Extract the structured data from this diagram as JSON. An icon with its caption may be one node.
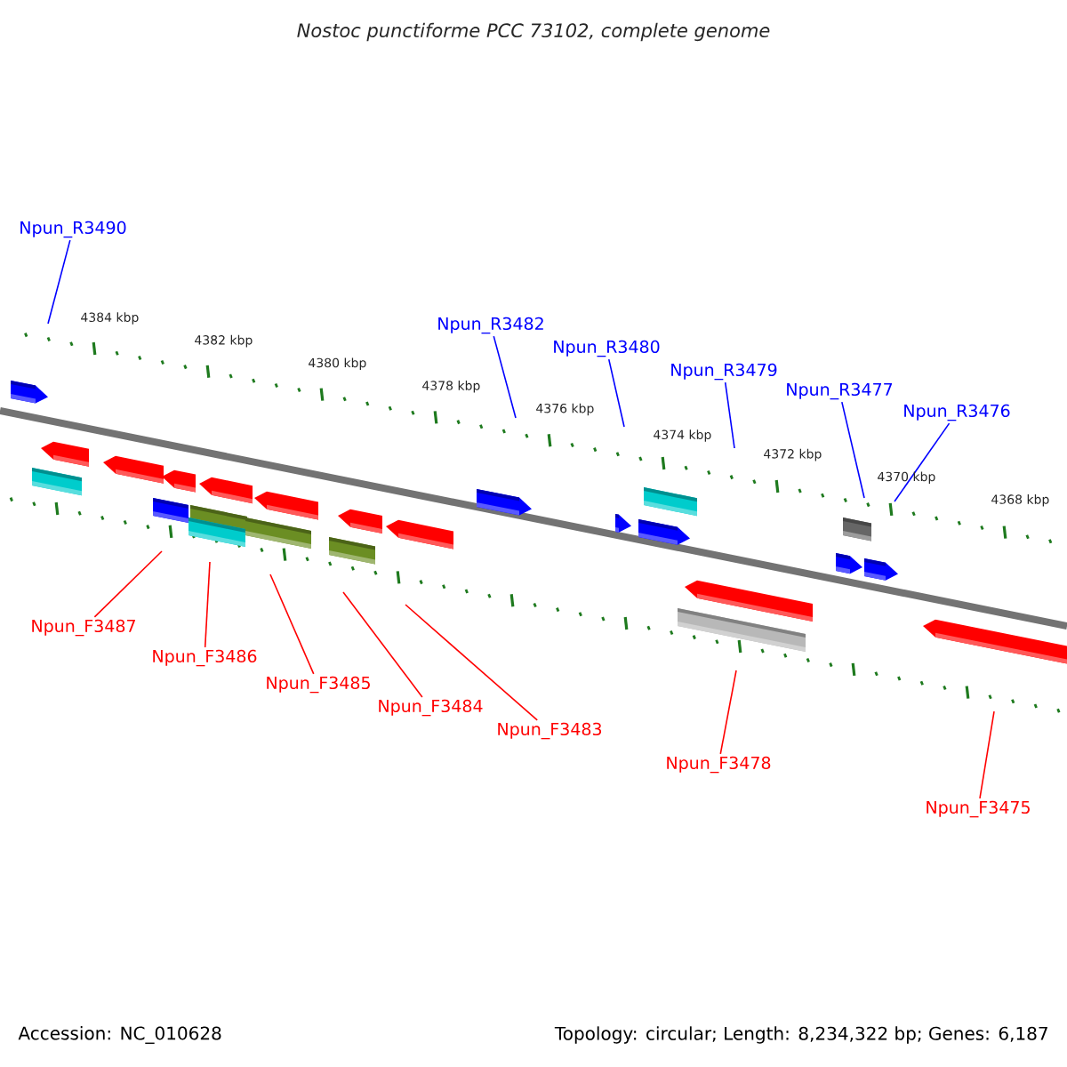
{
  "diagram": {
    "title": "Nostoc punctiforme PCC 73102, complete genome",
    "nodes": [
      {
        "text": [
          "Npun_R3490"
        ]
      },
      {
        "text": [
          "Npun_R3482"
        ]
      },
      {
        "text": [
          "Npun_R3480"
        ]
      },
      {
        "text": [
          "Npun_R3479"
        ]
      },
      {
        "text": [
          "Npun_R3477"
        ]
      },
      {
        "text": [
          "Npun_R3476"
        ]
      },
      {
        "text": [
          "Npun_F3487"
        ]
      },
      {
        "text": [
          "Npun_F3486"
        ]
      },
      {
        "text": [
          "Npun_F3485"
        ]
      },
      {
        "text": [
          "Npun_F3484"
        ]
      },
      {
        "text": [
          "Npun_F3483"
        ]
      },
      {
        "text": [
          "Npun_F3478"
        ]
      },
      {
        "text": [
          "Npun_F3475"
        ]
      }
    ],
    "edges": [
      {
        "from": 0,
        "to": null,
        "arrow": "none",
        "color": "#0000ff"
      },
      {
        "from": 1,
        "to": null,
        "arrow": "none",
        "color": "#0000ff"
      },
      {
        "from": 2,
        "to": null,
        "arrow": "none",
        "color": "#0000ff"
      },
      {
        "from": 3,
        "to": null,
        "arrow": "none",
        "color": "#0000ff"
      },
      {
        "from": 4,
        "to": null,
        "arrow": "none",
        "color": "#0000ff"
      },
      {
        "from": 5,
        "to": null,
        "arrow": "none",
        "color": "#0000ff"
      },
      {
        "from": 6,
        "to": null,
        "arrow": "none"
      },
      {
        "from": 7,
        "to": null,
        "arrow": "none"
      },
      {
        "from": 8,
        "to": null,
        "arrow": "none"
      },
      {
        "from": 9,
        "to": null,
        "arrow": "none"
      },
      {
        "from": 10,
        "to": null,
        "arrow": "none"
      },
      {
        "from": 11,
        "to": null,
        "arrow": "none"
      },
      {
        "from": 12,
        "to": null,
        "arrow": "none"
      }
    ],
    "labels": [
      "4384 kbp",
      "4382 kbp",
      "4380 kbp",
      "4378 kbp",
      "4376 kbp",
      "4374 kbp",
      "4372 kbp",
      "4370 kbp",
      "4368 kbp",
      "Accession: NC_010628",
      "Topology: circular; Length: 8,234,322 bp; Genes: 6,187"
    ]
  }
}
